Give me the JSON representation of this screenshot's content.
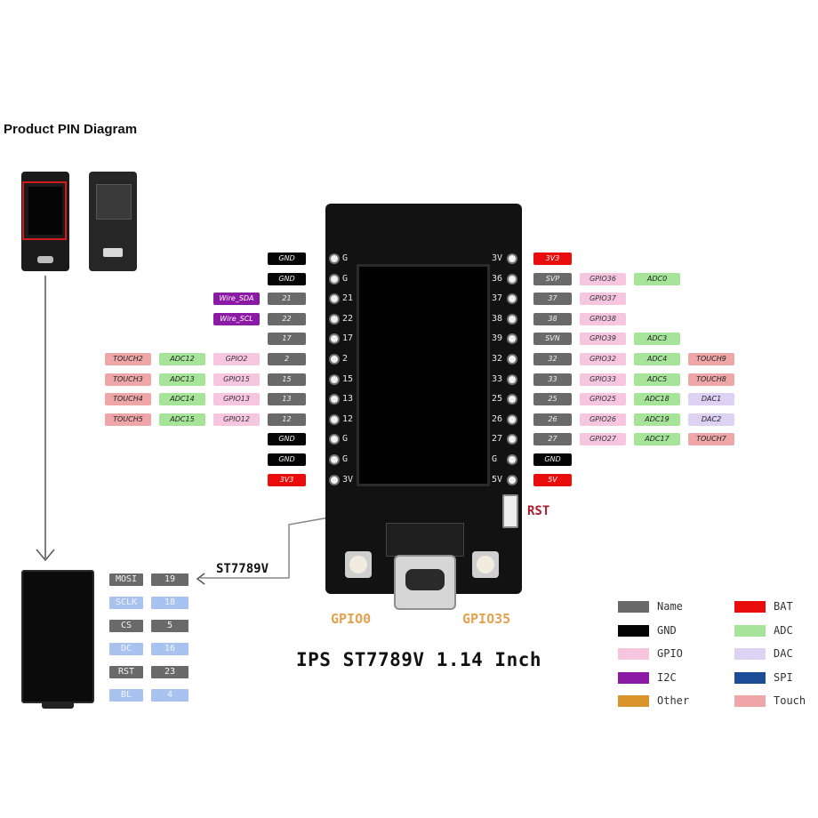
{
  "title": "Product PIN Diagram",
  "board_title": "IPS ST7789V 1.14 Inch",
  "labels": {
    "gpio0": "GPIO0",
    "gpio35": "GPIO35",
    "rst": "RST",
    "st7789v": "ST7789V"
  },
  "colors": {
    "name": "#6a6a6a",
    "gnd": "#050505",
    "bat": "#ea0d0d",
    "gpio": "#f6c6e0",
    "i2c": "#8b1aa5",
    "adc": "#a6e49a",
    "dac": "#ddd1f4",
    "touch": "#eea6a8",
    "spi": "#1c4d96",
    "other": "#d9952b"
  },
  "left_pins": [
    {
      "silk": "G",
      "tags": [
        {
          "text": "GND",
          "kind": "gnd"
        }
      ]
    },
    {
      "silk": "G",
      "tags": [
        {
          "text": "GND",
          "kind": "gnd"
        }
      ]
    },
    {
      "silk": "21",
      "tags": [
        {
          "text": "Wire_SDA",
          "kind": "i2c"
        },
        {
          "text": "21",
          "kind": "name"
        }
      ]
    },
    {
      "silk": "22",
      "tags": [
        {
          "text": "Wire_SCL",
          "kind": "i2c"
        },
        {
          "text": "22",
          "kind": "name"
        }
      ]
    },
    {
      "silk": "17",
      "tags": [
        {
          "text": "17",
          "kind": "name"
        }
      ]
    },
    {
      "silk": "2",
      "tags": [
        {
          "text": "TOUCH2",
          "kind": "touch"
        },
        {
          "text": "ADC12",
          "kind": "adc"
        },
        {
          "text": "GPIO2",
          "kind": "gpio"
        },
        {
          "text": "2",
          "kind": "name"
        }
      ]
    },
    {
      "silk": "15",
      "tags": [
        {
          "text": "TOUCH3",
          "kind": "touch"
        },
        {
          "text": "ADC13",
          "kind": "adc"
        },
        {
          "text": "GPIO15",
          "kind": "gpio"
        },
        {
          "text": "15",
          "kind": "name"
        }
      ]
    },
    {
      "silk": "13",
      "tags": [
        {
          "text": "TOUCH4",
          "kind": "touch"
        },
        {
          "text": "ADC14",
          "kind": "adc"
        },
        {
          "text": "GPIO13",
          "kind": "gpio"
        },
        {
          "text": "13",
          "kind": "name"
        }
      ]
    },
    {
      "silk": "12",
      "tags": [
        {
          "text": "TOUCH5",
          "kind": "touch"
        },
        {
          "text": "ADC15",
          "kind": "adc"
        },
        {
          "text": "GPIO12",
          "kind": "gpio"
        },
        {
          "text": "12",
          "kind": "name"
        }
      ]
    },
    {
      "silk": "G",
      "tags": [
        {
          "text": "GND",
          "kind": "gnd"
        }
      ]
    },
    {
      "silk": "G",
      "tags": [
        {
          "text": "GND",
          "kind": "gnd"
        }
      ]
    },
    {
      "silk": "3V",
      "tags": [
        {
          "text": "3V3",
          "kind": "bat"
        }
      ]
    }
  ],
  "right_pins": [
    {
      "silk": "3V",
      "tags": [
        {
          "text": "3V3",
          "kind": "bat"
        }
      ]
    },
    {
      "silk": "36",
      "tags": [
        {
          "text": "SVP",
          "kind": "name"
        },
        {
          "text": "GPIO36",
          "kind": "gpio"
        },
        {
          "text": "ADC0",
          "kind": "adc"
        }
      ]
    },
    {
      "silk": "37",
      "tags": [
        {
          "text": "37",
          "kind": "name"
        },
        {
          "text": "GPIO37",
          "kind": "gpio"
        }
      ]
    },
    {
      "silk": "38",
      "tags": [
        {
          "text": "38",
          "kind": "name"
        },
        {
          "text": "GPIO38",
          "kind": "gpio"
        }
      ]
    },
    {
      "silk": "39",
      "tags": [
        {
          "text": "SVN",
          "kind": "name"
        },
        {
          "text": "GPIO39",
          "kind": "gpio"
        },
        {
          "text": "ADC3",
          "kind": "adc"
        }
      ]
    },
    {
      "silk": "32",
      "tags": [
        {
          "text": "32",
          "kind": "name"
        },
        {
          "text": "GPIO32",
          "kind": "gpio"
        },
        {
          "text": "ADC4",
          "kind": "adc"
        },
        {
          "text": "TOUCH9",
          "kind": "touch"
        }
      ]
    },
    {
      "silk": "33",
      "tags": [
        {
          "text": "33",
          "kind": "name"
        },
        {
          "text": "GPIO33",
          "kind": "gpio"
        },
        {
          "text": "ADC5",
          "kind": "adc"
        },
        {
          "text": "TOUCH8",
          "kind": "touch"
        }
      ]
    },
    {
      "silk": "25",
      "tags": [
        {
          "text": "25",
          "kind": "name"
        },
        {
          "text": "GPIO25",
          "kind": "gpio"
        },
        {
          "text": "ADC18",
          "kind": "adc"
        },
        {
          "text": "DAC1",
          "kind": "dac"
        }
      ]
    },
    {
      "silk": "26",
      "tags": [
        {
          "text": "26",
          "kind": "name"
        },
        {
          "text": "GPIO26",
          "kind": "gpio"
        },
        {
          "text": "ADC19",
          "kind": "adc"
        },
        {
          "text": "DAC2",
          "kind": "dac"
        }
      ]
    },
    {
      "silk": "27",
      "tags": [
        {
          "text": "27",
          "kind": "name"
        },
        {
          "text": "GPIO27",
          "kind": "gpio"
        },
        {
          "text": "ADC17",
          "kind": "adc"
        },
        {
          "text": "TOUCH7",
          "kind": "touch"
        }
      ]
    },
    {
      "silk": "G",
      "tags": [
        {
          "text": "GND",
          "kind": "gnd"
        }
      ]
    },
    {
      "silk": "5V",
      "tags": [
        {
          "text": "5V",
          "kind": "bat"
        }
      ]
    }
  ],
  "lcd_pins": [
    {
      "signal": "MOSI",
      "pin": "19",
      "style": "dark"
    },
    {
      "signal": "SCLK",
      "pin": "18",
      "style": "light"
    },
    {
      "signal": "CS",
      "pin": "5",
      "style": "dark"
    },
    {
      "signal": "DC",
      "pin": "16",
      "style": "light"
    },
    {
      "signal": "RST",
      "pin": "23",
      "style": "dark"
    },
    {
      "signal": "BL",
      "pin": "4",
      "style": "light"
    }
  ],
  "legend": [
    {
      "label": "Name",
      "kind": "name"
    },
    {
      "label": "BAT",
      "kind": "bat"
    },
    {
      "label": "GND",
      "kind": "gnd"
    },
    {
      "label": "ADC",
      "kind": "adc"
    },
    {
      "label": "GPIO",
      "kind": "gpio"
    },
    {
      "label": "DAC",
      "kind": "dac"
    },
    {
      "label": "I2C",
      "kind": "i2c"
    },
    {
      "label": "SPI",
      "kind": "spi"
    },
    {
      "label": "Other",
      "kind": "other"
    },
    {
      "label": "Touch",
      "kind": "touch"
    }
  ]
}
